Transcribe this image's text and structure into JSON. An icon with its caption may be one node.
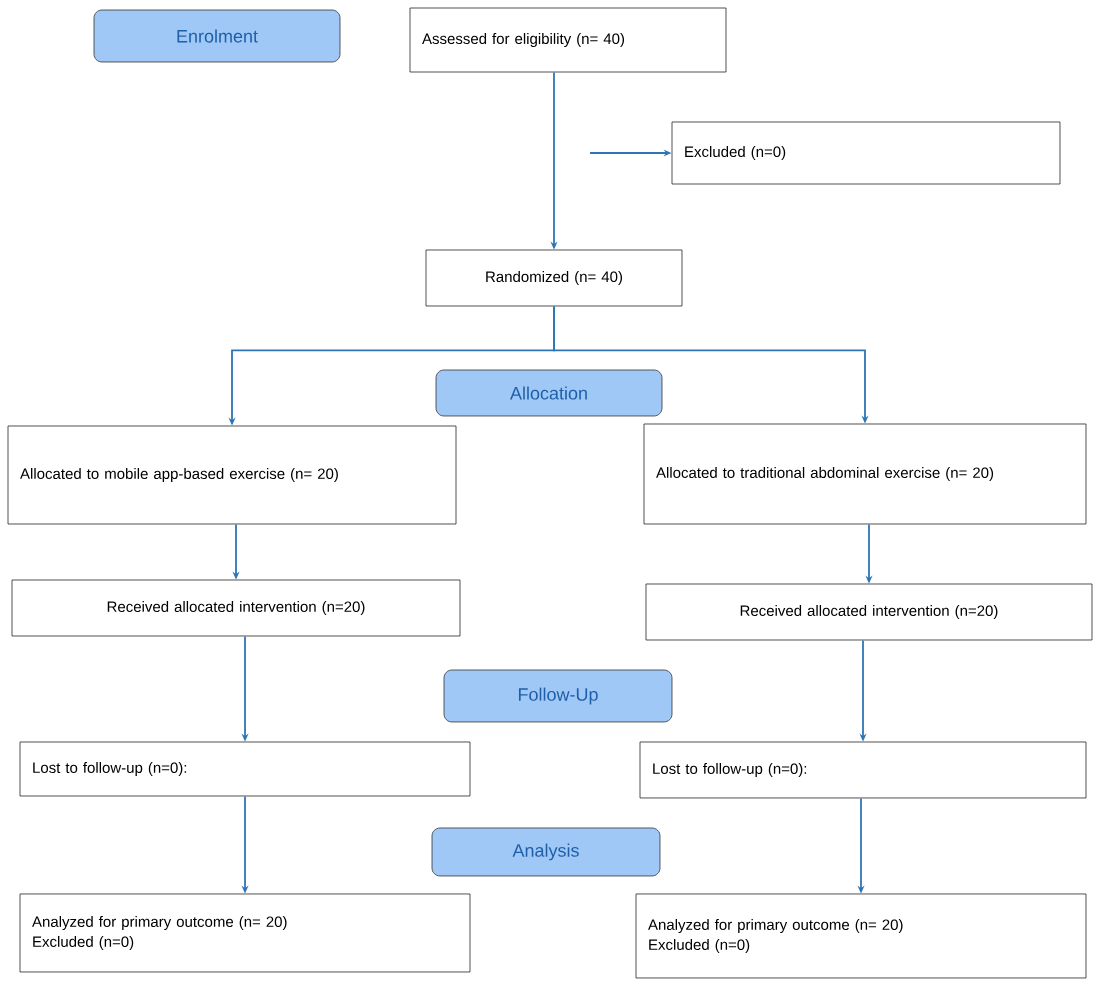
{
  "diagram": {
    "nodes": [
      {
        "text": [
          "Enrolment"
        ]
      },
      {
        "text": [
          "Assessed for eligibility (n= 40)"
        ]
      },
      {
        "text": [
          "Excluded (n=0)"
        ]
      },
      {
        "text": [
          "Randomized (n= 40)"
        ]
      },
      {
        "text": [
          "Allocation"
        ]
      },
      {
        "text": [
          "Allocated to mobile app-based exercise (n= 20)"
        ]
      },
      {
        "text": [
          "Allocated to traditional abdominal exercise (n= 20)"
        ]
      },
      {
        "text": [
          "Received allocated intervention (n=20)"
        ]
      },
      {
        "text": [
          "Received allocated intervention (n=20)"
        ]
      },
      {
        "text": [
          "Follow-Up"
        ]
      },
      {
        "text": [
          "Lost to follow-up (n=0):"
        ]
      },
      {
        "text": [
          "Lost to follow-up (n=0):"
        ]
      },
      {
        "text": [
          "Analysis"
        ]
      },
      {
        "text": [
          "Analyzed for primary outcome (n= 20)",
          "Excluded (n=0)"
        ]
      },
      {
        "text": [
          "Analyzed for primary outcome (n= 20)",
          "Excluded (n=0)"
        ]
      }
    ],
    "edges": [
      {
        "from": 1,
        "to": 3,
        "arrow": "to"
      },
      {
        "from": null,
        "to": 2,
        "arrow": "to"
      },
      {
        "from": 3,
        "to": 5,
        "arrow": "to"
      },
      {
        "from": 3,
        "to": 6,
        "arrow": "to"
      },
      {
        "from": 5,
        "to": 7,
        "arrow": "to"
      },
      {
        "from": 6,
        "to": 8,
        "arrow": "to"
      },
      {
        "from": 7,
        "to": 10,
        "arrow": "to"
      },
      {
        "from": 8,
        "to": 11,
        "arrow": "to"
      },
      {
        "from": 10,
        "to": 13,
        "arrow": "to"
      },
      {
        "from": 11,
        "to": 14,
        "arrow": "to"
      }
    ]
  }
}
